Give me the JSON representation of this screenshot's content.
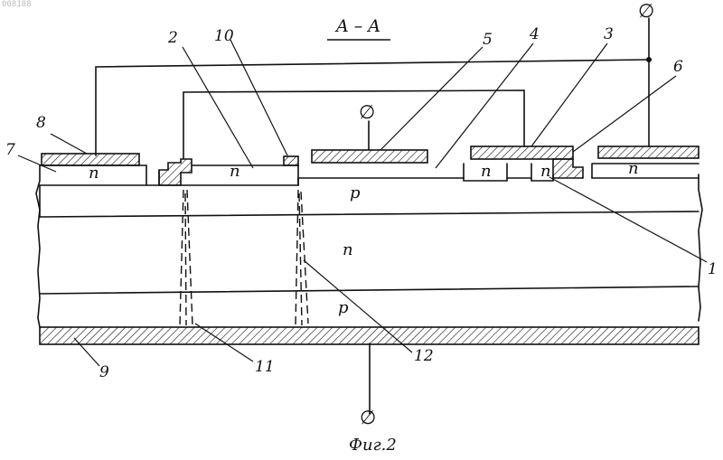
{
  "watermark": "008188",
  "section_label": "A – A",
  "caption": "Фиг.2",
  "terminal_symbol": "∅",
  "regions": {
    "n_left": "n",
    "n_mid": "n",
    "p_base": "p",
    "n_drift": "n",
    "p_bottom": "p",
    "n_pocket_a": "n",
    "n_pocket_b": "n",
    "n_right": "n"
  },
  "callouts": {
    "c1": "1",
    "c2": "2",
    "c3": "3",
    "c4": "4",
    "c5": "5",
    "c6": "6",
    "c7": "7",
    "c8": "8",
    "c9": "9",
    "c10": "10",
    "c11": "11",
    "c12": "12"
  },
  "colors": {
    "ink": "#111111",
    "paper": "#ffffff"
  }
}
